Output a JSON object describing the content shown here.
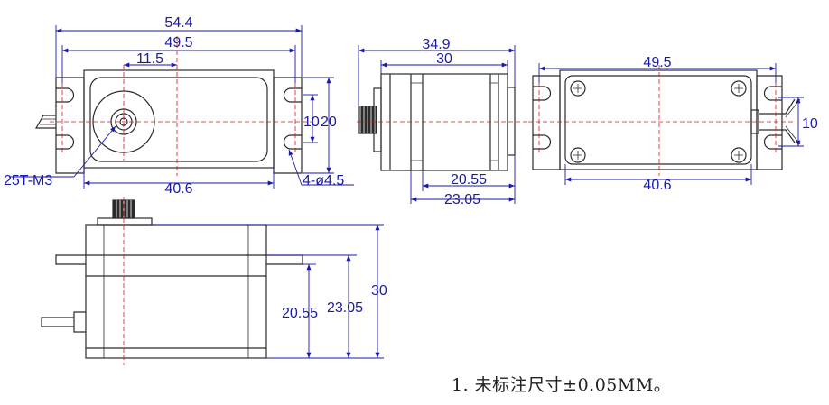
{
  "title": "Servo outline drawing",
  "colors": {
    "outline": "#2b2b2b",
    "dimension": "#1a1aa8",
    "centerline": "#d21818"
  },
  "front_view": {
    "dims": {
      "overall_width": "54.4",
      "mount_pitch": "49.5",
      "spline_offset": "11.5",
      "body_width": "40.6",
      "hole_spacing": "10",
      "tab_height": "20"
    },
    "labels": {
      "spline": "25T-M3",
      "holes": "4-ø4.5"
    }
  },
  "side_view": {
    "dims": {
      "overall_length": "34.9",
      "body_length": "30",
      "case_length_a": "20.55",
      "case_length_b": "23.05"
    }
  },
  "rear_view": {
    "dims": {
      "mount_pitch": "49.5",
      "body_width": "40.6",
      "lead_exit": "10"
    }
  },
  "bottom_view": {
    "dims": {
      "height_a": "20.55",
      "height_b": "23.05",
      "total_height": "30"
    }
  },
  "notes": [
    "1. 未标注尺寸±0.05MM。"
  ]
}
